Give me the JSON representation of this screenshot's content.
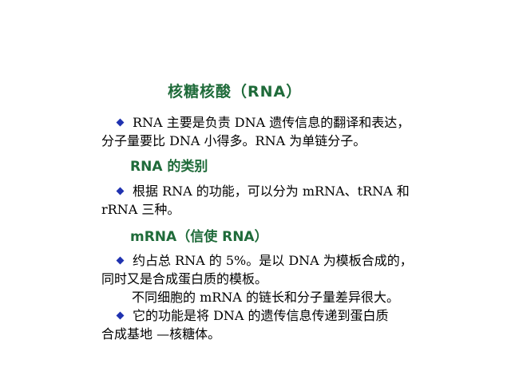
{
  "title": "核糖核酸（RNA）",
  "section1": {
    "line1": "RNA 主要是负责 DNA 遗传信息的翻译和表达，",
    "line2": "分子量要比 DNA 小得多。RNA 为单链分子。"
  },
  "subhead1": "RNA 的类别",
  "section2": {
    "line1": "根据 RNA 的功能，可以分为 mRNA、tRNA 和",
    "line2": "rRNA 三种。"
  },
  "subhead2": "mRNA（信使 RNA）",
  "section3": {
    "line1": "约占总 RNA 的 5%。是以 DNA 为模板合成的，",
    "line2": "同时又是合成蛋白质的模板。",
    "line3": "不同细胞的 mRNA 的链长和分子量差异很大。",
    "line4": "它的功能是将 DNA 的遗传信息传递到蛋白质",
    "line5": "合成基地 —核糖体。"
  },
  "colors": {
    "heading": "#1f6b3a",
    "bullet": "#2032b0",
    "text": "#000000"
  },
  "icons": {
    "bullet": "diamond-bullet-icon"
  }
}
